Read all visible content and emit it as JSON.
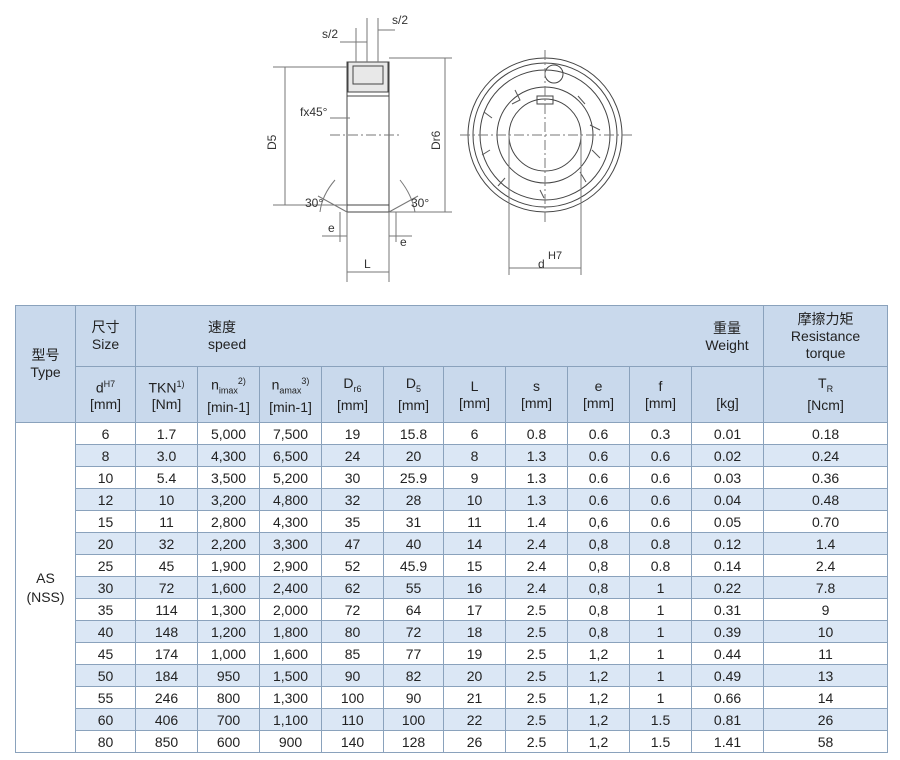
{
  "drawing": {
    "labels": {
      "s_half_left": "s/2",
      "s_half_right": "s/2",
      "chamfer": "fx45°",
      "D5": "D5",
      "Dr6": "Dr6",
      "angle_left": "30°",
      "angle_right": "30°",
      "e_left": "e",
      "e_right": "e",
      "L": "L",
      "d": "d",
      "H7": "H7"
    }
  },
  "table": {
    "type_cn": "型号",
    "type_en": "Type",
    "size_cn": "尺寸",
    "size_en": "Size",
    "speed_cn": "速度",
    "speed_en": "speed",
    "weight_cn": "重量",
    "weight_en": "Weight",
    "torque_cn": "摩擦力矩",
    "torque_en1": "Resistance",
    "torque_en2": "torque",
    "columns": [
      {
        "sym": "d",
        "sup": "H7",
        "sub": "",
        "unit": "[mm]"
      },
      {
        "sym": "TKN",
        "sup": "1)",
        "sub": "",
        "unit": "[Nm]"
      },
      {
        "sym": "n",
        "sup": "2)",
        "sub": "imax",
        "unit": "[min-1]"
      },
      {
        "sym": "n",
        "sup": "3)",
        "sub": "amax",
        "unit": "[min-1]"
      },
      {
        "sym": "D",
        "sup": "",
        "sub": "r6",
        "unit": "[mm]"
      },
      {
        "sym": "D",
        "sup": "",
        "sub": "5",
        "unit": "[mm]"
      },
      {
        "sym": "L",
        "sup": "",
        "sub": "",
        "unit": "[mm]"
      },
      {
        "sym": "s",
        "sup": "",
        "sub": "",
        "unit": "[mm]"
      },
      {
        "sym": "e",
        "sup": "",
        "sub": "",
        "unit": "[mm]"
      },
      {
        "sym": "f",
        "sup": "",
        "sub": "",
        "unit": "[mm]"
      },
      {
        "sym": "",
        "sup": "",
        "sub": "",
        "unit": "[kg]"
      },
      {
        "sym": "T",
        "sup": "",
        "sub": "R",
        "unit": "[Ncm]"
      }
    ],
    "type_name_1": "AS",
    "type_name_2": "(NSS)",
    "rows": [
      [
        "6",
        "1.7",
        "5,000",
        "7,500",
        "19",
        "15.8",
        "6",
        "0.8",
        "0.6",
        "0.3",
        "0.01",
        "0.18"
      ],
      [
        "8",
        "3.0",
        "4,300",
        "6,500",
        "24",
        "20",
        "8",
        "1.3",
        "0.6",
        "0.6",
        "0.02",
        "0.24"
      ],
      [
        "10",
        "5.4",
        "3,500",
        "5,200",
        "30",
        "25.9",
        "9",
        "1.3",
        "0.6",
        "0.6",
        "0.03",
        "0.36"
      ],
      [
        "12",
        "10",
        "3,200",
        "4,800",
        "32",
        "28",
        "10",
        "1.3",
        "0.6",
        "0.6",
        "0.04",
        "0.48"
      ],
      [
        "15",
        "11",
        "2,800",
        "4,300",
        "35",
        "31",
        "11",
        "1.4",
        "0,6",
        "0.6",
        "0.05",
        "0.70"
      ],
      [
        "20",
        "32",
        "2,200",
        "3,300",
        "47",
        "40",
        "14",
        "2.4",
        "0,8",
        "0.8",
        "0.12",
        "1.4"
      ],
      [
        "25",
        "45",
        "1,900",
        "2,900",
        "52",
        "45.9",
        "15",
        "2.4",
        "0,8",
        "0.8",
        "0.14",
        "2.4"
      ],
      [
        "30",
        "72",
        "1,600",
        "2,400",
        "62",
        "55",
        "16",
        "2.4",
        "0,8",
        "1",
        "0.22",
        "7.8"
      ],
      [
        "35",
        "114",
        "1,300",
        "2,000",
        "72",
        "64",
        "17",
        "2.5",
        "0,8",
        "1",
        "0.31",
        "9"
      ],
      [
        "40",
        "148",
        "1,200",
        "1,800",
        "80",
        "72",
        "18",
        "2.5",
        "0,8",
        "1",
        "0.39",
        "10"
      ],
      [
        "45",
        "174",
        "1,000",
        "1,600",
        "85",
        "77",
        "19",
        "2.5",
        "1,2",
        "1",
        "0.44",
        "11"
      ],
      [
        "50",
        "184",
        "950",
        "1,500",
        "90",
        "82",
        "20",
        "2.5",
        "1,2",
        "1",
        "0.49",
        "13"
      ],
      [
        "55",
        "246",
        "800",
        "1,300",
        "100",
        "90",
        "21",
        "2.5",
        "1,2",
        "1",
        "0.66",
        "14"
      ],
      [
        "60",
        "406",
        "700",
        "1,100",
        "110",
        "100",
        "22",
        "2.5",
        "1,2",
        "1.5",
        "0.81",
        "26"
      ],
      [
        "80",
        "850",
        "600",
        "900",
        "140",
        "128",
        "26",
        "2.5",
        "1,2",
        "1.5",
        "1.41",
        "58"
      ]
    ]
  }
}
